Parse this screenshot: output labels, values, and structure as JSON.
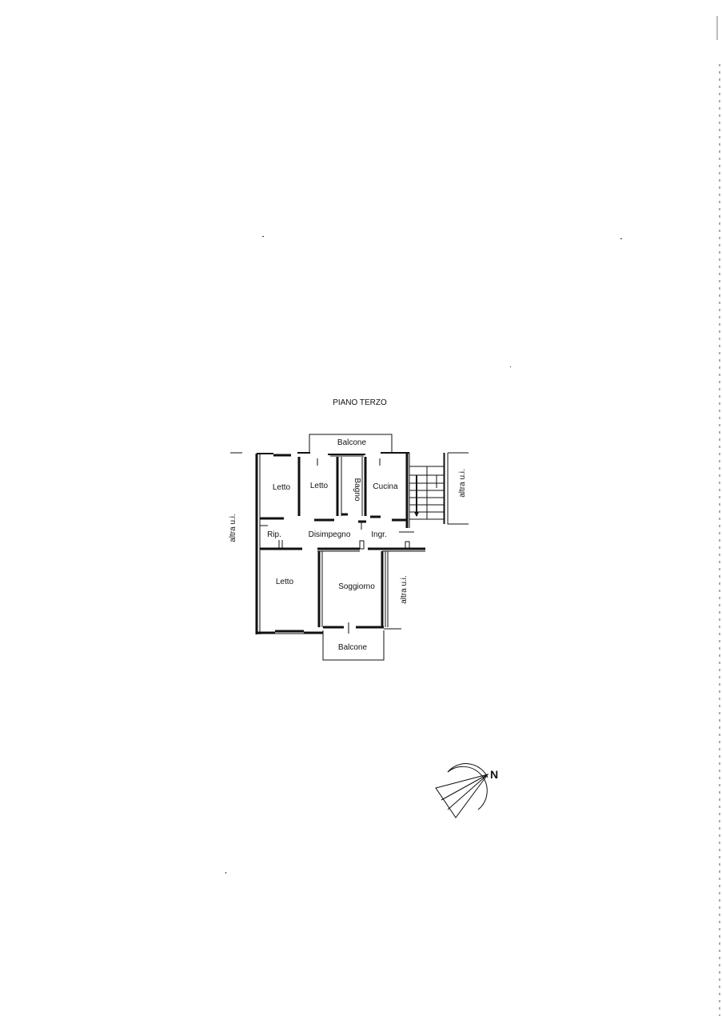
{
  "plan": {
    "title": "PIANO TERZO",
    "rooms": {
      "balcony_top": "Balcone",
      "bedroom_1": "Letto",
      "bedroom_2": "Letto",
      "bathroom": "Bagno",
      "kitchen": "Cucina",
      "storage": "Rip.",
      "hallway": "Disimpegno",
      "entrance": "Ingr.",
      "bedroom_3": "Letto",
      "living_room": "Soggiorno",
      "balcony_bottom": "Balcone"
    },
    "neighbors": {
      "left": "altra u.i.",
      "right_top": "altra u.i.",
      "right_middle": "altra u.i."
    },
    "north_label": "N"
  }
}
